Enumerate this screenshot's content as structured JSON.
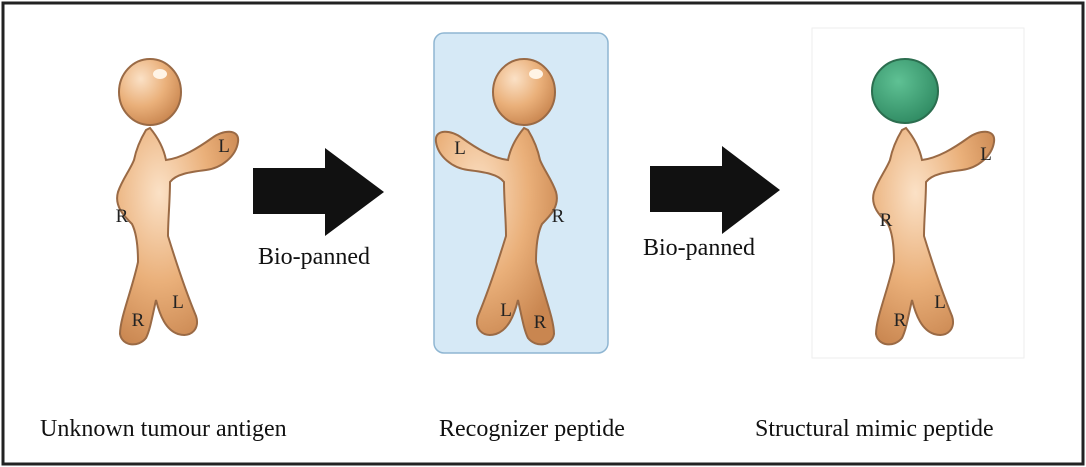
{
  "figures": [
    {
      "caption": "Unknown tumour antigen",
      "head_color": "#e8b07d",
      "labels": {
        "hand": "L",
        "hip": "R",
        "foot_left": "R",
        "foot_right": "L"
      }
    },
    {
      "caption": "Recognizer peptide",
      "head_color": "#e8b07d",
      "highlight_color": "#d6e9f6",
      "labels": {
        "hand": "L",
        "hip": "R",
        "foot_left": "L",
        "foot_right": "R"
      }
    },
    {
      "caption": "Structural mimic peptide",
      "head_color": "#3f9b73",
      "labels": {
        "hand": "L",
        "hip": "R",
        "foot_left": "R",
        "foot_right": "L"
      }
    }
  ],
  "arrows": [
    {
      "label": "Bio-panned"
    },
    {
      "label": "Bio-panned"
    }
  ],
  "colors": {
    "body": "#e8b07d",
    "body_outline": "#9a6a45",
    "arrow": "#111111",
    "frame": "#222222"
  }
}
